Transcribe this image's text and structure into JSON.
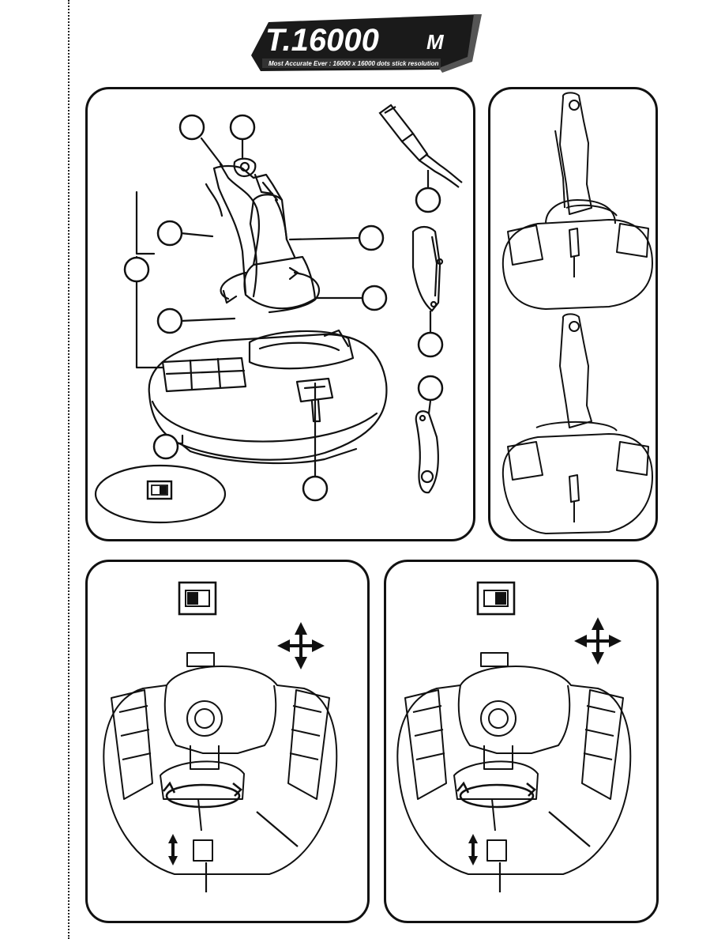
{
  "logo": {
    "title": "T.16000",
    "suffix": "M",
    "tagline": "Most Accurate Ever : 16000 x 16000 dots stick resolution"
  },
  "callouts": {
    "count": 12
  },
  "panels": {
    "main": {
      "switch_state": "right"
    },
    "left": {
      "switch_state": "left"
    },
    "right": {
      "switch_state": "right"
    }
  },
  "colors": {
    "ink": "#111111",
    "paper": "#ffffff",
    "logo_bg": "#1a1a1a"
  }
}
